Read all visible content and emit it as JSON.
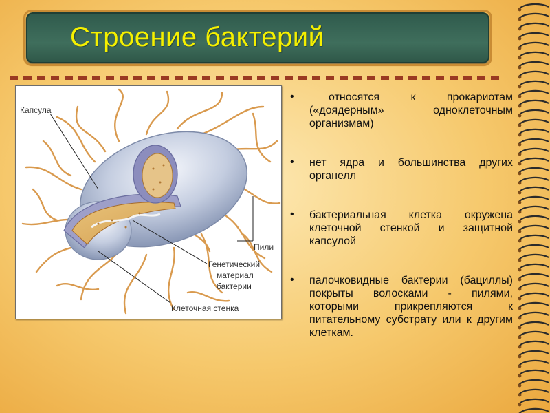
{
  "slide": {
    "title": "Строение бактерий"
  },
  "figure": {
    "labels": {
      "capsule": "Капсула",
      "pili": "Пили",
      "genetic_material_1": "Генетический",
      "genetic_material_2": "материал",
      "genetic_material_3": "бактерии",
      "cell_wall": "Клеточная стенка"
    }
  },
  "bullets": [
    {
      "marker": "•",
      "text": "относятся к прокариотам («доядерным» одноклеточным организмам)"
    },
    {
      "marker": "•",
      "text": "нет ядра и большинства других органелл"
    },
    {
      "marker": "•",
      "text": "бактериальная клетка окружена клеточной стенкой и защитной капсулой"
    },
    {
      "marker": "•",
      "text": "палочковидные бактерии (бациллы) покрыты волосками - пилями, которыми прикрепляются к питательному субстрату или к другим клеткам."
    }
  ],
  "colors": {
    "title_text": "#f5f000",
    "title_bar": "#3f6e5c",
    "background": "#f6c96d",
    "pili": "#d99a4e"
  }
}
